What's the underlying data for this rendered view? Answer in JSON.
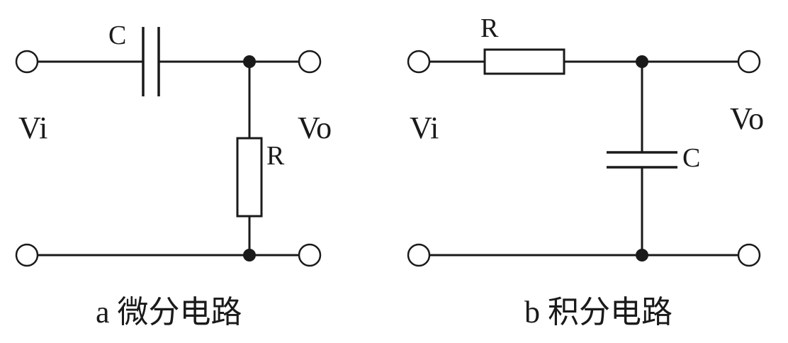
{
  "circuits": {
    "differentiator": {
      "input_label": "Vi",
      "output_label": "Vo",
      "capacitor_label": "C",
      "resistor_label": "R",
      "caption": "a 微分电路"
    },
    "integrator": {
      "input_label": "Vi",
      "output_label": "Vo",
      "resistor_label": "R",
      "capacitor_label": "C",
      "caption": "b 积分电路"
    }
  },
  "colors": {
    "line": "#1a1a1a",
    "background": "#ffffff"
  }
}
